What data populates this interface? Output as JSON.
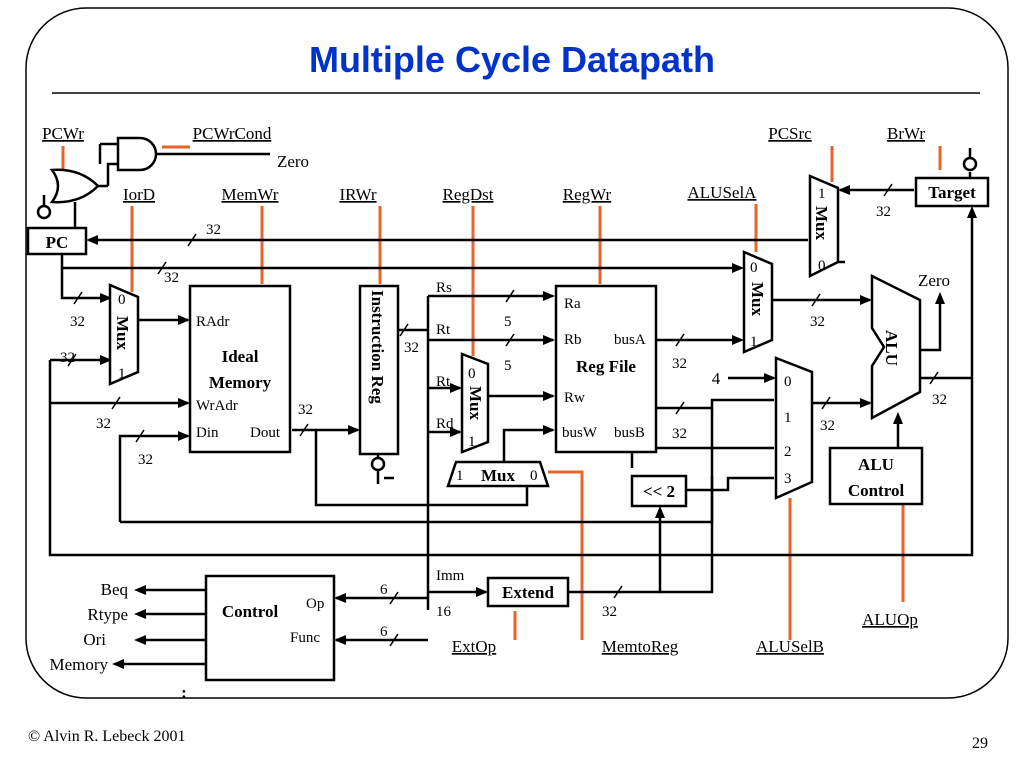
{
  "title": "Multiple Cycle Datapath",
  "footer": {
    "copyright": "© Alvin R. Lebeck 2001",
    "page": "29"
  },
  "controls": {
    "pcwr": "PCWr",
    "pcwrcond": "PCWrCond",
    "zero_top": "Zero",
    "iord": "IorD",
    "memwr": "MemWr",
    "irwr": "IRWr",
    "regdst": "RegDst",
    "regwr": "RegWr",
    "aluselA": "ALUSelA",
    "pcsrc": "PCSrc",
    "brwr": "BrWr",
    "extop": "ExtOp",
    "memtoreg": "MemtoReg",
    "aluselB": "ALUSelB",
    "aluop": "ALUOp"
  },
  "blocks": {
    "pc": "PC",
    "target": "Target",
    "mem_title1": "Ideal",
    "mem_title2": "Memory",
    "mem_radr": "RAdr",
    "mem_wradr": "WrAdr",
    "mem_din": "Din",
    "mem_dout": "Dout",
    "ir": "Instruction Reg",
    "rf_ra": "Ra",
    "rf_rb": "Rb",
    "rf_busa": "busA",
    "rf_title": "Reg File",
    "rf_rw": "Rw",
    "rf_busw": "busW",
    "rf_busb": "busB",
    "alu": "ALU",
    "alu_zero": "Zero",
    "aluctl1": "ALU",
    "aluctl2": "Control",
    "control": "Control",
    "op": "Op",
    "func": "Func",
    "extend": "Extend",
    "shift": "<< 2",
    "mux": "Mux",
    "const4": "4"
  },
  "fields": {
    "rs": "Rs",
    "rt": "Rt",
    "rt2": "Rt",
    "rd": "Rd",
    "imm": "Imm",
    "imm16": "16"
  },
  "widths": {
    "w32": "32",
    "w5": "5",
    "w6": "6"
  },
  "outputs": [
    "Beq",
    "Rtype",
    "Ori",
    "Memory"
  ],
  "more": ":",
  "mux_inputs": {
    "zero": "0",
    "one": "1",
    "two": "2",
    "three": "3"
  }
}
